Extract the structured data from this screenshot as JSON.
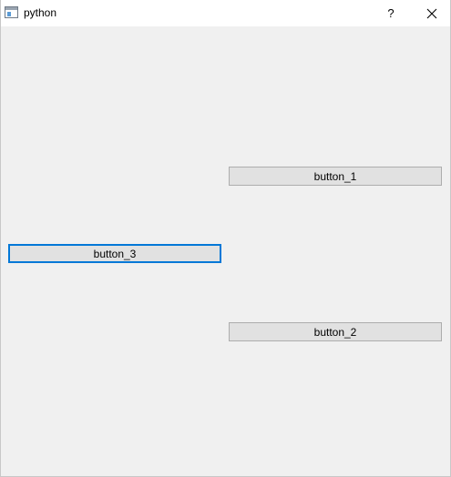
{
  "window": {
    "title": "python",
    "icon": "python-window-icon",
    "help_label": "?",
    "close_icon": "close-icon"
  },
  "buttons": {
    "button_1": "button_1",
    "button_2": "button_2",
    "button_3": "button_3"
  },
  "colors": {
    "background": "#f0f0f0",
    "titlebar": "#ffffff",
    "button_face": "#e1e1e1",
    "button_border": "#adadad",
    "focus_border": "#0078d7"
  }
}
